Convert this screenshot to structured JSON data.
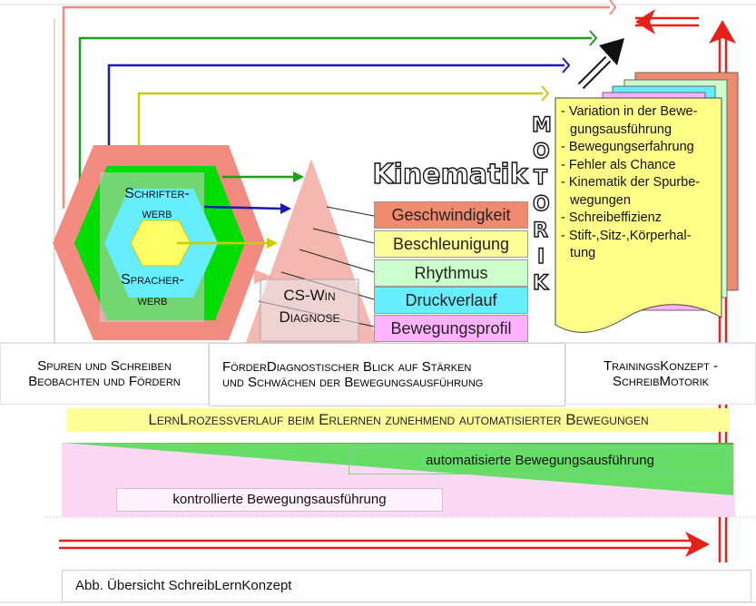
{
  "hexagon": {
    "line1": "Schrifter-",
    "line2": "werb",
    "line3": "Spracher-",
    "line4": "werb"
  },
  "cswin": {
    "line1": "CS-Win",
    "line2": "Diagnose"
  },
  "kinematik_title": "Kinematik",
  "motorik_letters": [
    "M",
    "O",
    "T",
    "O",
    "R",
    "I",
    "K"
  ],
  "bars": [
    {
      "label": "Geschwindigkeit",
      "color": "#f08a6e"
    },
    {
      "label": "Beschleunigung",
      "color": "#ffff99"
    },
    {
      "label": "Rhythmus",
      "color": "#ccffcc"
    },
    {
      "label": "Druckverlauf",
      "color": "#66eeff"
    },
    {
      "label": "Bewegungsprofil",
      "color": "#ffb3ff"
    }
  ],
  "notes": [
    "- Variation in der Bewe-",
    "gungsausführung",
    "- Bewegungserfahrung",
    "- Fehler als Chance",
    "- Kinematik der Spurbe-",
    "wegungen",
    "- Schreibeffizienz",
    "- Stift-,Sitz-,Körperhal-",
    "tung"
  ],
  "captions": {
    "left_line1": "Spuren und Schreiben",
    "left_line2": "Beobachten und Fördern",
    "middle_line1": "FörderDiagnostischer Blick auf Stärken",
    "middle_line2": "und Schwächen der Bewegungsausführung",
    "right_line1": "TrainingsKonzept -",
    "right_line2": "SchreibMotorik"
  },
  "process_banner": "LernLrozessverlauf beim Erlernen zunehmend automatisierter Bewegungen",
  "auto_label": "automatisierte Bewegungsausführung",
  "controlled_label": "kontrollierte Bewegungsausführung",
  "figure_caption": "Abb. Übersicht SchreibLernKonzept",
  "colors": {
    "salmon": "#f28b80",
    "green": "#1aa11a",
    "blue": "#1a1ab0",
    "yellow": "#cccc00",
    "red": "#e8201a",
    "pink_light": "#fbd9f5",
    "green_fill": "#66dd66"
  }
}
